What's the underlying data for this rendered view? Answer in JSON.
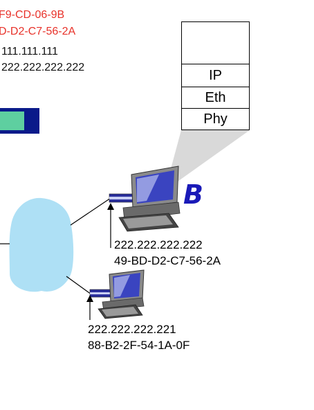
{
  "top_left": {
    "line1": "F9-CD-06-9B",
    "line2": "D-D2-C7-56-2A",
    "line3": "111.111.111",
    "line4": "222.222.222.222"
  },
  "stack_layers": [
    "IP",
    "Eth",
    "Phy"
  ],
  "host_b": {
    "label": "B",
    "ip": "222.222.222.222",
    "mac": "49-BD-D2-C7-56-2A"
  },
  "host_c": {
    "ip": "222.222.222.221",
    "mac": "88-B2-2F-54-1A-0F"
  },
  "colors": {
    "red_text": "#e8322a",
    "frame_green": "#5ecfa0",
    "frame_blue": "#0a1a8a",
    "cloud": "#aee0f5",
    "b_label": "#1a1ab8",
    "callout_gray": "#d8d8d8"
  }
}
